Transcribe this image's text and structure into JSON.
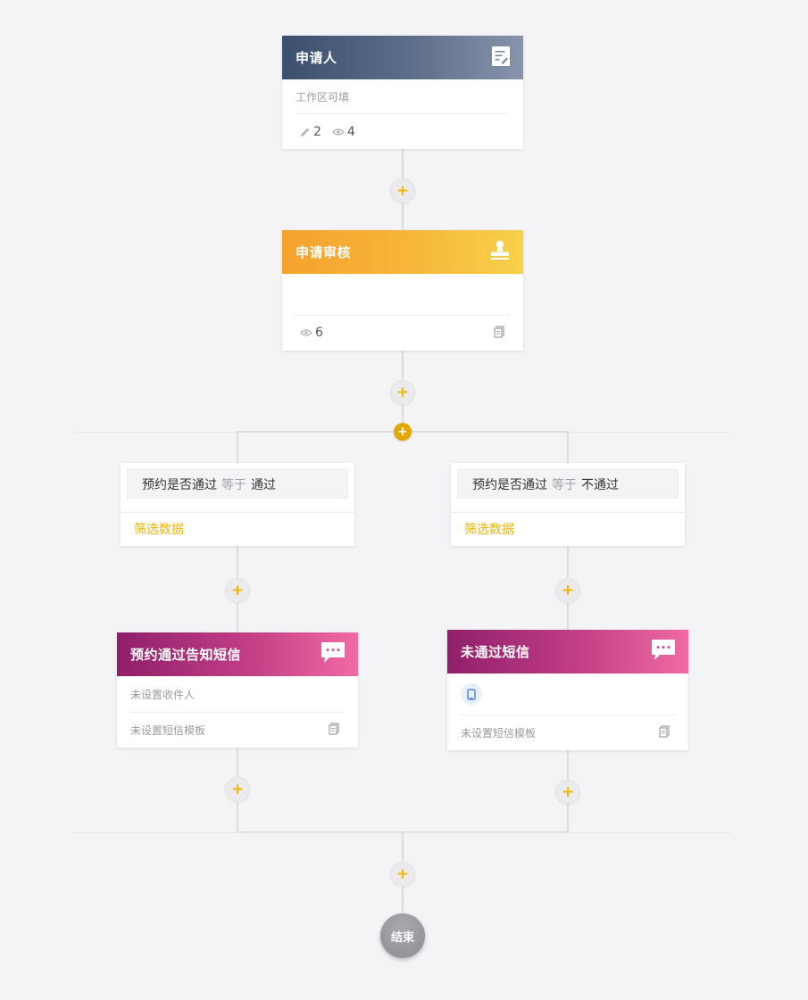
{
  "nodes": {
    "applicant": {
      "title": "申请人",
      "subtitle": "工作区可填",
      "edit_count": "2",
      "view_count": "4"
    },
    "review": {
      "title": "申请审核",
      "view_count": "6"
    },
    "branch_left": {
      "field": "预约是否通过",
      "operator": "等于",
      "value": "通过",
      "filter_label": "筛选数据"
    },
    "branch_right": {
      "field": "预约是否通过",
      "operator": "等于",
      "value": "不通过",
      "filter_label": "筛选数据"
    },
    "sms_pass": {
      "title": "预约通过告知短信",
      "recipient": "未设置收件人",
      "template": "未设置短信模板"
    },
    "sms_fail": {
      "title": "未通过短信",
      "template": "未设置短信模板"
    },
    "end": {
      "label": "结束"
    }
  },
  "colors": {
    "accent": "#f2b705",
    "line": "#dcdcdf",
    "blue_head": "#3b4f6e",
    "orange_head": "#f5a22e",
    "pink_head": "#c23f86"
  },
  "icons": [
    "form-edit-icon",
    "stamp-icon",
    "chat-bubble-icon",
    "pencil-icon",
    "eye-icon",
    "copy-icon",
    "phone-icon",
    "plus-icon"
  ]
}
